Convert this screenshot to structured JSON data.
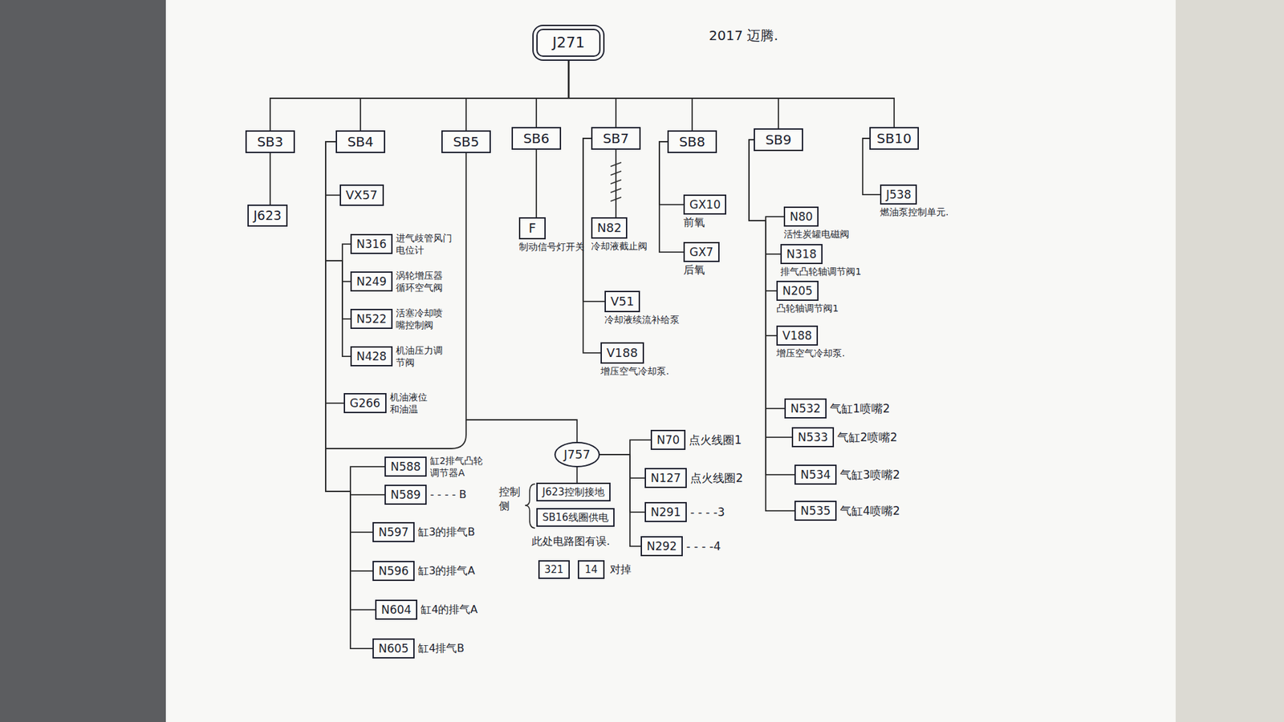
{
  "diagram": {
    "nodes": [
      {
        "text": [
          "J271"
        ]
      },
      {
        "text": [
          "SB3"
        ]
      },
      {
        "text": [
          "SB4"
        ]
      },
      {
        "text": [
          "SB5"
        ]
      },
      {
        "text": [
          "SB6"
        ]
      },
      {
        "text": [
          "SB7"
        ]
      },
      {
        "text": [
          "SB8"
        ]
      },
      {
        "text": [
          "SB9"
        ]
      },
      {
        "text": [
          "SB10"
        ]
      },
      {
        "text": [
          "J623"
        ]
      },
      {
        "text": [
          "VX57"
        ]
      },
      {
        "text": [
          "N316",
          "进气歧管风门 电位计"
        ]
      },
      {
        "text": [
          "N249",
          "涡轮增压器 循环空气阀"
        ]
      },
      {
        "text": [
          "N522",
          "活塞冷却喷 嘴控制阀"
        ]
      },
      {
        "text": [
          "N428",
          "机油压力调 节阀"
        ]
      },
      {
        "text": [
          "G266",
          "机油液位 和油温"
        ]
      },
      {
        "text": [
          "F",
          "制动信号灯开关"
        ]
      },
      {
        "text": [
          "N82",
          "冷却液截止阀"
        ]
      },
      {
        "text": [
          "V51",
          "冷却液续流补给泵"
        ]
      },
      {
        "text": [
          "V188",
          "增压空气冷却泵."
        ]
      },
      {
        "text": [
          "GX10",
          "前氧"
        ]
      },
      {
        "text": [
          "GX7",
          "后氧"
        ]
      },
      {
        "text": [
          "N80",
          "活性炭罐电磁阀"
        ]
      },
      {
        "text": [
          "N318",
          "排气凸轮轴调节阀1"
        ]
      },
      {
        "text": [
          "N205",
          "凸轮轴调节阀1"
        ]
      },
      {
        "text": [
          "V188",
          "增压空气冷却泵."
        ]
      },
      {
        "text": [
          "J538",
          "燃油泵控制单元."
        ]
      },
      {
        "text": [
          "N588",
          "缸2排气凸轮 调节器A"
        ]
      },
      {
        "text": [
          "N589",
          "- - - - B"
        ]
      },
      {
        "text": [
          "N597",
          "缸3的排气B"
        ]
      },
      {
        "text": [
          "N596",
          "缸3的排气A"
        ]
      },
      {
        "text": [
          "N604",
          "缸4的排气A"
        ]
      },
      {
        "text": [
          "N605",
          "缸4排气B"
        ]
      },
      {
        "text": [
          "J757"
        ]
      },
      {
        "text": [
          "J623控制接地"
        ]
      },
      {
        "text": [
          "SB16线圈供电"
        ]
      },
      {
        "text": [
          "321"
        ]
      },
      {
        "text": [
          "14"
        ]
      },
      {
        "text": [
          "N70",
          "点火线圈1"
        ]
      },
      {
        "text": [
          "N127",
          "点火线圈2"
        ]
      },
      {
        "text": [
          "N291",
          "- - - -3"
        ]
      },
      {
        "text": [
          "N292",
          "- - - -4"
        ]
      },
      {
        "text": [
          "N532",
          "气缸1喷嘴2"
        ]
      },
      {
        "text": [
          "N533",
          "气缸2喷嘴2"
        ]
      },
      {
        "text": [
          "N534",
          "气缸3喷嘴2"
        ]
      },
      {
        "text": [
          "N535",
          "气缸4喷嘴2"
        ]
      }
    ],
    "edges": [
      {
        "from": 0,
        "to": 1,
        "arrow": "none"
      },
      {
        "from": 0,
        "to": 2,
        "arrow": "none"
      },
      {
        "from": 0,
        "to": 3,
        "arrow": "none"
      },
      {
        "from": 0,
        "to": 4,
        "arrow": "none"
      },
      {
        "from": 0,
        "to": 5,
        "arrow": "none"
      },
      {
        "from": 0,
        "to": 6,
        "arrow": "none"
      },
      {
        "from": 0,
        "to": 7,
        "arrow": "none"
      },
      {
        "from": 0,
        "to": 8,
        "arrow": "none"
      },
      {
        "from": 1,
        "to": 9,
        "arrow": "none"
      },
      {
        "from": 2,
        "to": 10,
        "arrow": "none"
      },
      {
        "from": 2,
        "to": 11,
        "arrow": "none"
      },
      {
        "from": 2,
        "to": 12,
        "arrow": "none"
      },
      {
        "from": 2,
        "to": 13,
        "arrow": "none"
      },
      {
        "from": 2,
        "to": 14,
        "arrow": "none"
      },
      {
        "from": 2,
        "to": 15,
        "arrow": "none"
      },
      {
        "from": 2,
        "to": 27,
        "arrow": "none"
      },
      {
        "from": 2,
        "to": 28,
        "arrow": "none"
      },
      {
        "from": 2,
        "to": 29,
        "arrow": "none"
      },
      {
        "from": 2,
        "to": 30,
        "arrow": "none"
      },
      {
        "from": 2,
        "to": 31,
        "arrow": "none"
      },
      {
        "from": 2,
        "to": 32,
        "arrow": "none"
      },
      {
        "from": 3,
        "to": 33,
        "arrow": "none"
      },
      {
        "from": 4,
        "to": 16,
        "arrow": "none"
      },
      {
        "from": 5,
        "to": 17,
        "arrow": "none"
      },
      {
        "from": 5,
        "to": 18,
        "arrow": "none"
      },
      {
        "from": 5,
        "to": 19,
        "arrow": "none"
      },
      {
        "from": 6,
        "to": 20,
        "arrow": "none"
      },
      {
        "from": 6,
        "to": 21,
        "arrow": "none"
      },
      {
        "from": 7,
        "to": 22,
        "arrow": "none"
      },
      {
        "from": 7,
        "to": 23,
        "arrow": "none"
      },
      {
        "from": 7,
        "to": 24,
        "arrow": "none"
      },
      {
        "from": 7,
        "to": 25,
        "arrow": "none"
      },
      {
        "from": 7,
        "to": 42,
        "arrow": "none"
      },
      {
        "from": 7,
        "to": 43,
        "arrow": "none"
      },
      {
        "from": 7,
        "to": 44,
        "arrow": "none"
      },
      {
        "from": 7,
        "to": 45,
        "arrow": "none"
      },
      {
        "from": 8,
        "to": 26,
        "arrow": "none"
      },
      {
        "from": 33,
        "to": 34,
        "arrow": "none"
      },
      {
        "from": 33,
        "to": 38,
        "arrow": "none"
      },
      {
        "from": 33,
        "to": 39,
        "arrow": "none"
      },
      {
        "from": 33,
        "to": 40,
        "arrow": "none"
      },
      {
        "from": 33,
        "to": 41,
        "arrow": "none"
      }
    ],
    "labels": [
      "2017 迈腾.",
      "控制侧",
      "此处电路图有误.",
      "对掉"
    ]
  }
}
